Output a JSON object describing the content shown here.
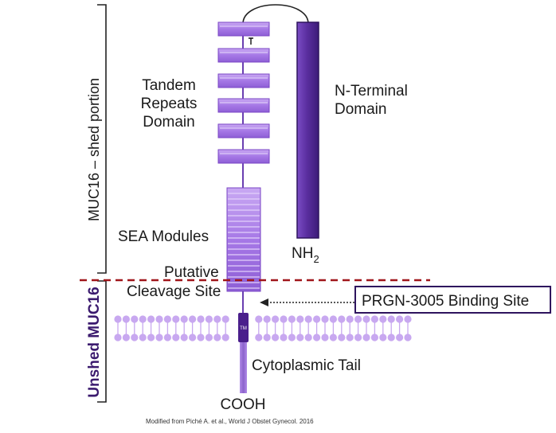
{
  "labels": {
    "tandem_line1": "Tandem",
    "tandem_line2": "Repeats",
    "tandem_line3": "Domain",
    "nterm_line1": "N-Terminal",
    "nterm_line2": "Domain",
    "nh2": "NH",
    "nh2_sub": "2",
    "sea": "SEA Modules",
    "putative": "Putative",
    "cleavage": "Cleavage Site",
    "binding_site": "PRGN-3005 Binding Site",
    "cytoplasmic": "Cytoplasmic Tail",
    "cooh": "COOH",
    "tm": "TM",
    "shed_side": "MUC16 – shed portion",
    "unshed_side": "Unshed MUC16",
    "credit": "Modified  from  Piché  A. et al., World  J Obstet Gynecol.  2016"
  },
  "colors": {
    "repeat_fill": "#a678e6",
    "repeat_stroke": "#7a45c4",
    "sea_fill": "#a678e6",
    "nterm_fill": "#5b2fa0",
    "nterm_stroke": "#2e145e",
    "membrane_head": "#c8a8f0",
    "tm": "#4a1f8c",
    "tail": "#8c63cc",
    "cleavage_line": "#a0151a",
    "box_border": "#2e145e",
    "unshed_text": "#3b1a6e"
  }
}
